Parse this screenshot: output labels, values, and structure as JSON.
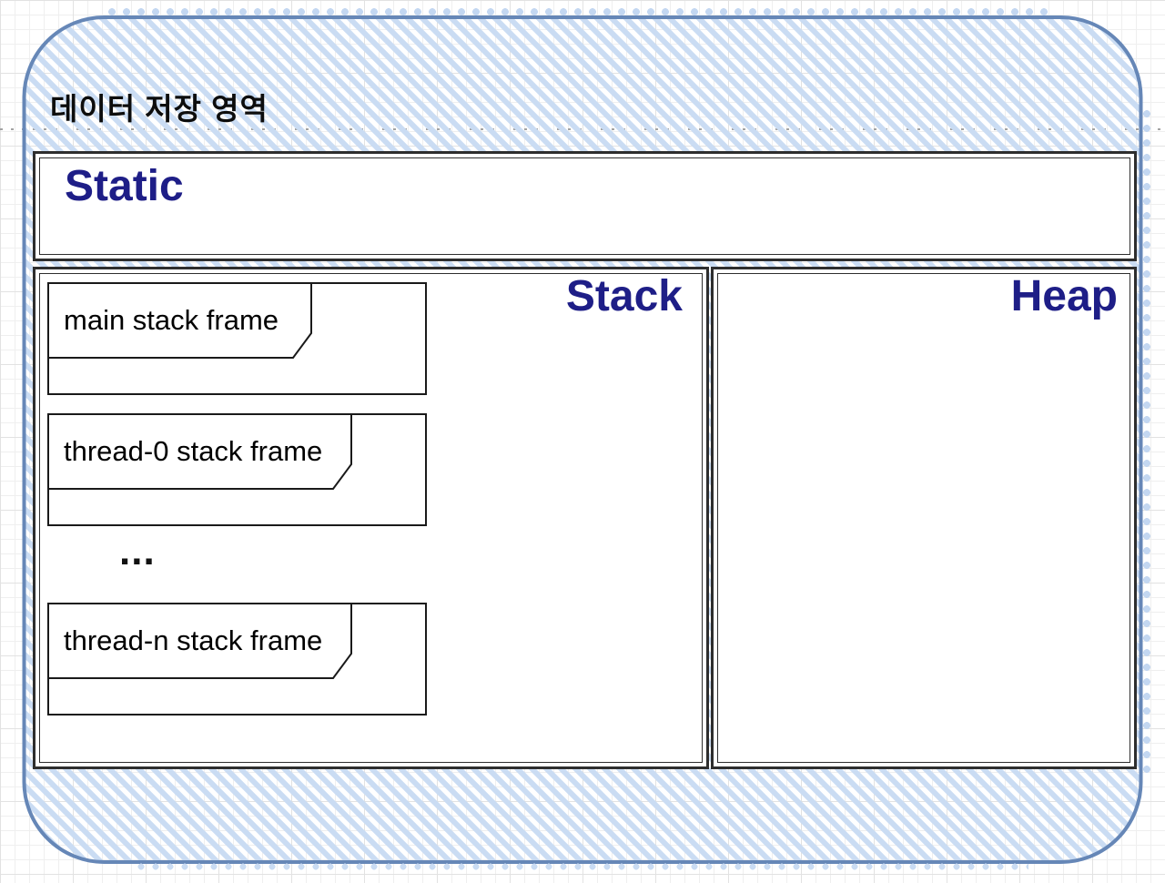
{
  "diagram": {
    "title": "데이터 저장 영역",
    "regions": {
      "static": {
        "title": "Static"
      },
      "stack": {
        "title": "Stack",
        "frames": [
          "main stack frame",
          "thread-0 stack frame",
          "thread-n stack frame"
        ],
        "ellipsis": "..."
      },
      "heap": {
        "title": "Heap"
      }
    },
    "colors": {
      "container_border": "#6687b7",
      "hatch_stripe": "#cadcf3",
      "region_title_text": "#1e1e87",
      "region_border": "#2e2e2e",
      "frame_border": "#1a1a1a",
      "guide_line": "#a3a3a3"
    }
  }
}
